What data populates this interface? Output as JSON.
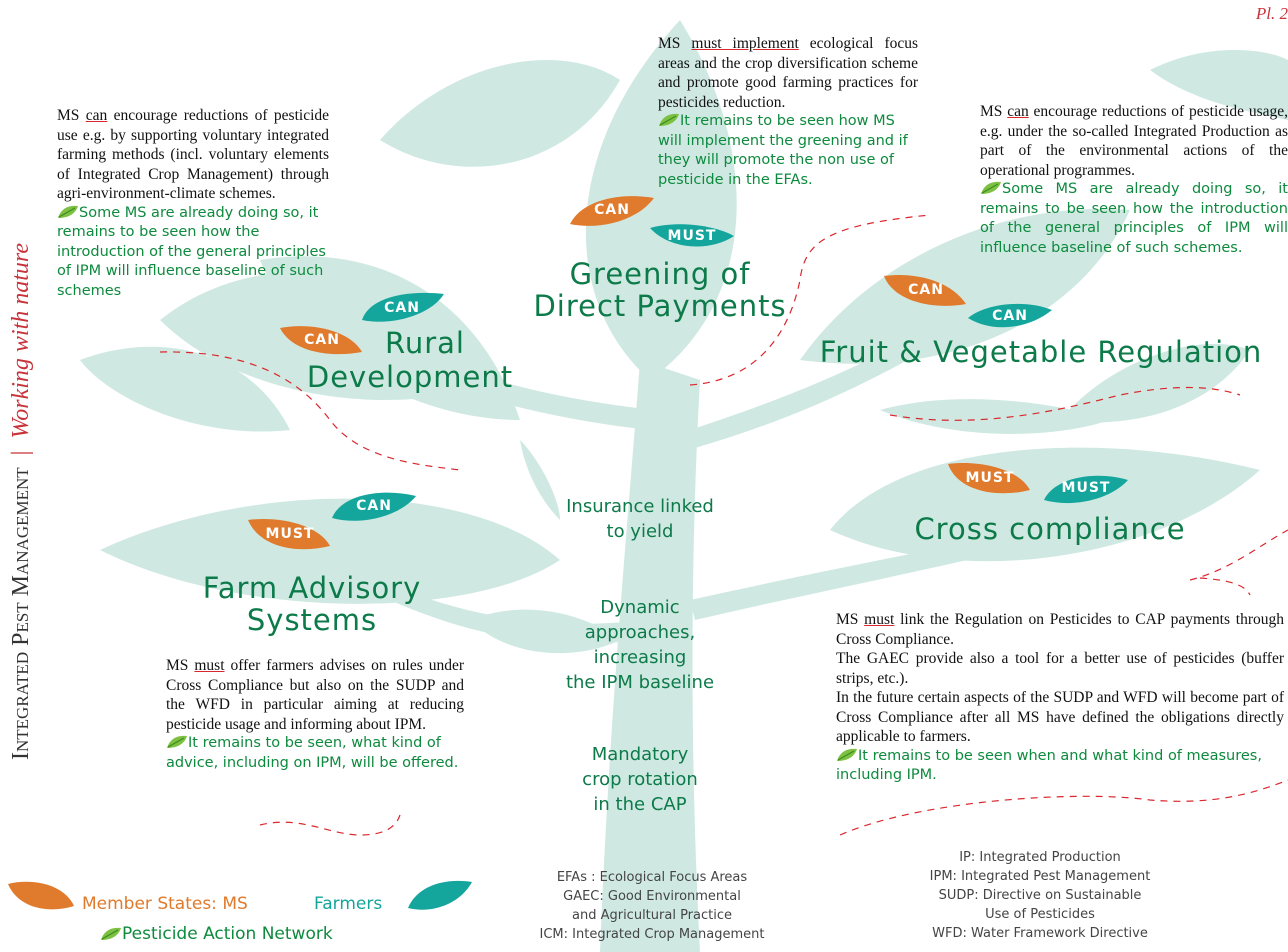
{
  "page_ref": "Pl. 2",
  "side_title": {
    "main": "Integrated Pest Management",
    "separator": "|",
    "tagline": "Working with nature"
  },
  "colors": {
    "teal": "#14a59c",
    "orange": "#e07a2c",
    "green_text": "#0e8a3e",
    "title_green": "#0d7a4a",
    "leaf_bg": "#cfe9e2",
    "dash_red": "#d9272e"
  },
  "sections": {
    "rural_development": {
      "title_line1": "Rural",
      "title_line2": "Development",
      "badge_teal": "CAN",
      "badge_orange": "CAN",
      "text": {
        "prefix": "MS",
        "modal": "can",
        "rest": "encourage reductions of pesticide use e.g. by supporting voluntary integrated farming methods (incl. voluntary elements of Integrated Crop Management) through agri-environment-climate schemes."
      },
      "note": "Some MS are already doing so, it remains to be seen how the introduction of the general principles of IPM will influence baseline of such schemes"
    },
    "greening": {
      "title_line1": "Greening of",
      "title_line2": "Direct Payments",
      "badge_orange": "CAN",
      "badge_teal": "MUST",
      "text": {
        "prefix": "MS",
        "modal": "must implement",
        "rest": "ecological focus areas and the crop diversification scheme and promote good farming practices for pesticides reduction."
      },
      "note": "It remains to be seen how MS will implement the greening and if they will promote the non use of pesticide in the EFAs."
    },
    "fruit_veg": {
      "title": "Fruit & Vegetable Regulation",
      "badge_orange": "CAN",
      "badge_teal": "CAN",
      "text": {
        "prefix": "MS",
        "modal": "can",
        "rest": "encourage reductions of pesticide usage, e.g. under the so-called Integrated Production as part of the environmental actions of the operational programmes."
      },
      "note": "Some MS are already doing so, it remains to be seen how the introduction of the general principles of IPM will influence baseline of such schemes."
    },
    "cross_compliance": {
      "title": "Cross compliance",
      "badge_orange": "MUST",
      "badge_teal": "MUST",
      "text": {
        "prefix": "MS",
        "modal": "must",
        "rest1": "link the Regulation on Pesticides to CAP payments through Cross Compliance.",
        "rest2": "The GAEC provide also a tool for a better use of pesticides (buffer strips, etc.).",
        "rest3": "In the future certain aspects of the SUDP and WFD will become part of Cross Compliance after all MS have defined the obligations directly applicable to farmers."
      },
      "note": "It remains to be seen when and what kind of measures, including IPM."
    },
    "farm_advisory": {
      "title_line1": "Farm Advisory",
      "title_line2": "Systems",
      "badge_orange": "MUST",
      "badge_teal": "CAN",
      "text": {
        "prefix": "MS",
        "modal": "must",
        "rest": "offer farmers advises on rules under Cross Compliance but also on the SUDP and the WFD in particular aiming at reducing pesticide usage and informing about IPM."
      },
      "note": "It remains to be seen, what kind of advice, including on IPM, will be offered."
    }
  },
  "trunk_items": [
    {
      "line1": "Insurance linked",
      "line2": "to yield"
    },
    {
      "line1": "Dynamic",
      "line2": "approaches,",
      "line3": "increasing",
      "line4": "the IPM baseline"
    },
    {
      "line1": "Mandatory",
      "line2": "crop rotation",
      "line3": "in the CAP"
    }
  ],
  "legend": {
    "member_states": "Member States: MS",
    "farmers": "Farmers",
    "org": "Pesticide Action Network"
  },
  "glossary_left": [
    "EFAs : Ecological Focus Areas",
    "GAEC: Good Environmental",
    "and Agricultural Practice",
    "ICM: Integrated Crop Management"
  ],
  "glossary_right": [
    "IP: Integrated Production",
    "IPM: Integrated Pest Management",
    "SUDP: Directive on Sustainable",
    "Use of Pesticides",
    "WFD: Water Framework Directive"
  ]
}
